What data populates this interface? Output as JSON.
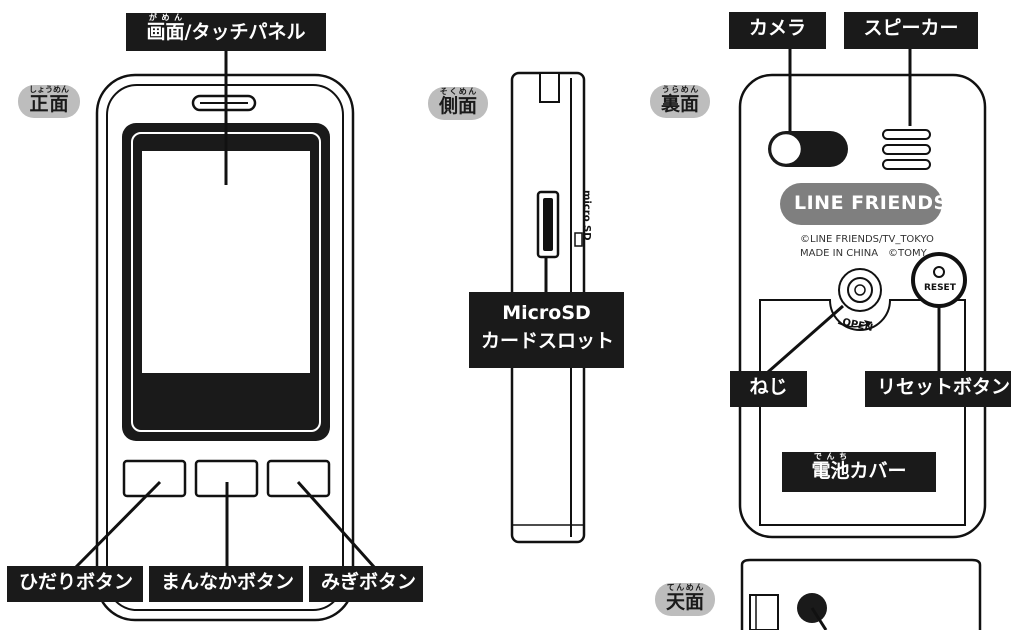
{
  "views": {
    "front": {
      "tag_ruby": "しょうめん",
      "tag_base": "正面"
    },
    "side": {
      "tag_ruby": "そくめん",
      "tag_base": "側面"
    },
    "back": {
      "tag_ruby": "うらめん",
      "tag_base": "裏面"
    },
    "top": {
      "tag_ruby": "てんめん",
      "tag_base": "天面"
    }
  },
  "labels": {
    "screen_ruby": "がめん",
    "screen_base": "画面",
    "screen_rest": "/タッチパネル",
    "left_button": "ひだりボタン",
    "center_button": "まんなかボタン",
    "right_button": "みぎボタン",
    "microsd_line1": "MicroSD",
    "microsd_line2": "カードスロット",
    "camera": "カメラ",
    "speaker": "スピーカー",
    "screw": "ねじ",
    "reset_button": "リセットボタン",
    "battery_ruby": "でんち",
    "battery_base": "電池",
    "battery_rest": "カバー"
  },
  "device_text": {
    "brand": "LINE FRIENDS",
    "copyright_line1": "©LINE FRIENDS/TV_TOKYO",
    "copyright_line2": "MADE IN CHINA　©TOMY",
    "reset": "RESET",
    "open": "OPEN",
    "micro_sd": "micro SD"
  }
}
